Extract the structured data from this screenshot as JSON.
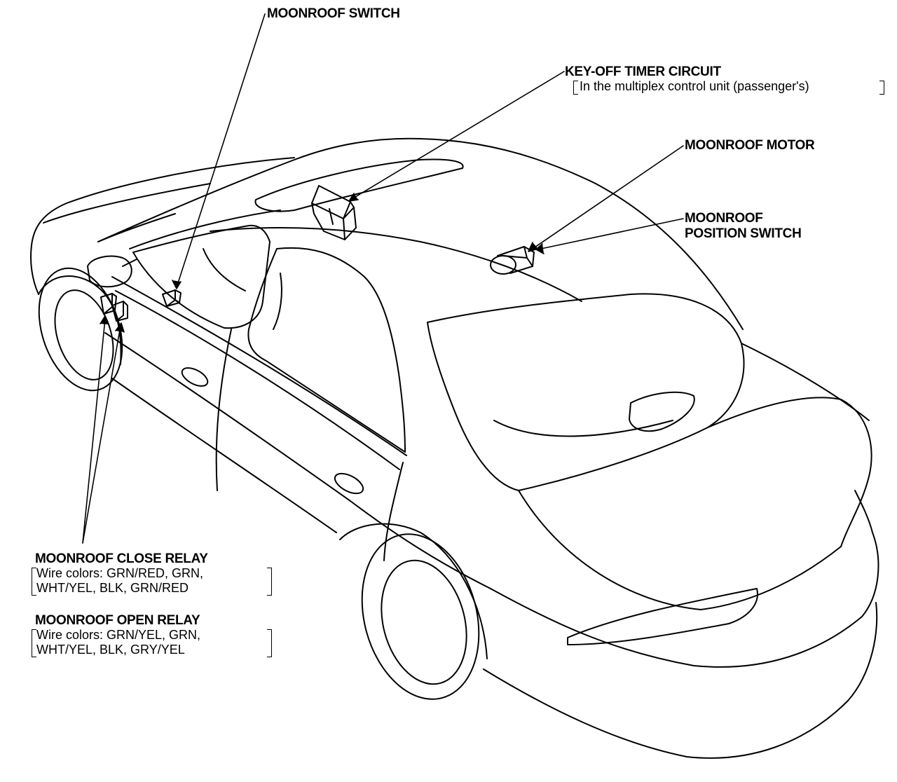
{
  "labels": {
    "moonroof_switch": "MOONROOF SWITCH",
    "key_off_timer": {
      "title": "KEY-OFF TIMER CIRCUIT",
      "note": "In the multiplex control unit (passenger's)"
    },
    "moonroof_motor": "MOONROOF MOTOR",
    "position_switch": {
      "line1": "MOONROOF",
      "line2": "POSITION SWITCH"
    },
    "close_relay": {
      "title": "MOONROOF CLOSE RELAY",
      "wire_line1": "Wire colors: GRN/RED, GRN,",
      "wire_line2": "WHT/YEL, BLK, GRN/RED"
    },
    "open_relay": {
      "title": "MOONROOF OPEN RELAY",
      "wire_line1": "Wire colors: GRN/YEL, GRN,",
      "wire_line2": "WHT/YEL, BLK, GRY/YEL"
    }
  },
  "colors": {
    "line": "#000000",
    "background": "#ffffff"
  }
}
